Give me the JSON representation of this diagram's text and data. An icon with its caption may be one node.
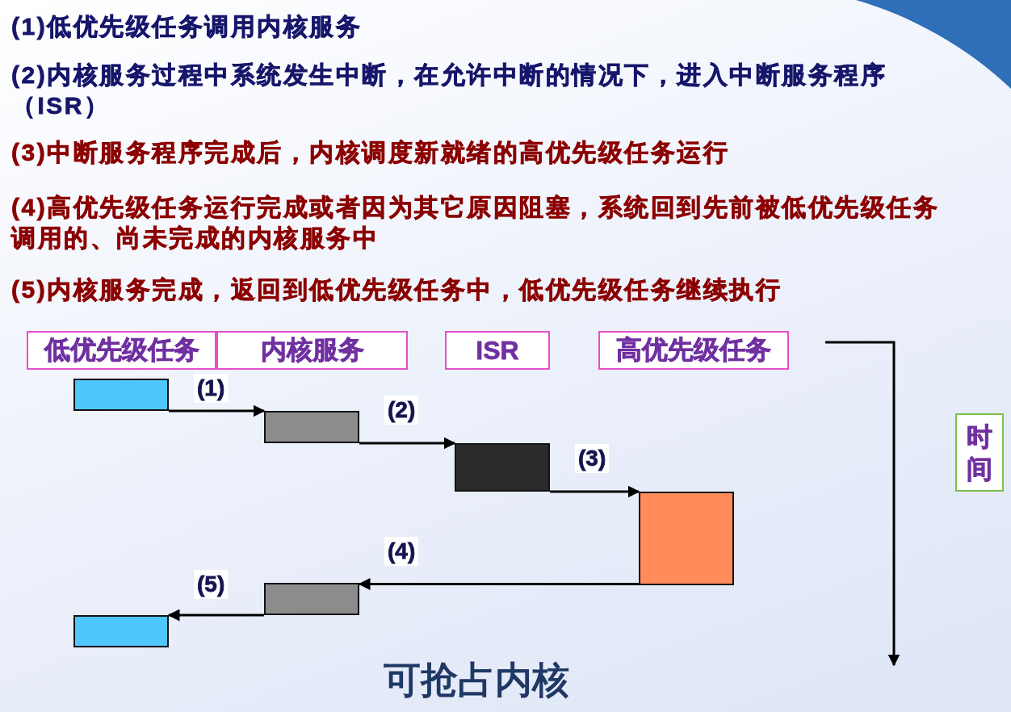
{
  "diagram": {
    "caption": "可抢占内核",
    "nodes": [
      {
        "text": [
          "低优先级任务"
        ]
      },
      {
        "text": [
          "内核服务"
        ]
      },
      {
        "text": [
          "ISR"
        ]
      },
      {
        "text": [
          "高优先级任务"
        ]
      },
      {
        "text": [
          "时间"
        ]
      },
      {
        "text": [],
        "shape": "box"
      },
      {
        "text": [],
        "shape": "box"
      },
      {
        "text": [],
        "shape": "box"
      },
      {
        "text": [],
        "shape": "box"
      },
      {
        "text": [],
        "shape": "box"
      },
      {
        "text": [],
        "shape": "box"
      }
    ],
    "edges": [
      {
        "from": 5,
        "to": 6,
        "arrow": "to",
        "label": "(1)"
      },
      {
        "from": 6,
        "to": 7,
        "arrow": "to",
        "label": "(2)"
      },
      {
        "from": 7,
        "to": 8,
        "arrow": "to",
        "label": "(3)"
      },
      {
        "from": 8,
        "to": 9,
        "arrow": "to",
        "label": "(4)"
      },
      {
        "from": 9,
        "to": 10,
        "arrow": "to",
        "label": "(5)"
      }
    ],
    "labels": [
      "(1)低优先级任务调用内核服务",
      "(2)内核服务过程中系统发生中断，在允许中断的情况下，进入中断服务程序（ISR）",
      "(3)中断服务程序完成后，内核调度新就绪的高优先级任务运行",
      "(4)高优先级任务运行完成或者因为其它原因阻塞，系统回到先前被低优先级任务调用的、尚未完成的内核服务中",
      "(5)内核服务完成，返回到低优先级任务中，低优先级任务继续执行"
    ]
  }
}
